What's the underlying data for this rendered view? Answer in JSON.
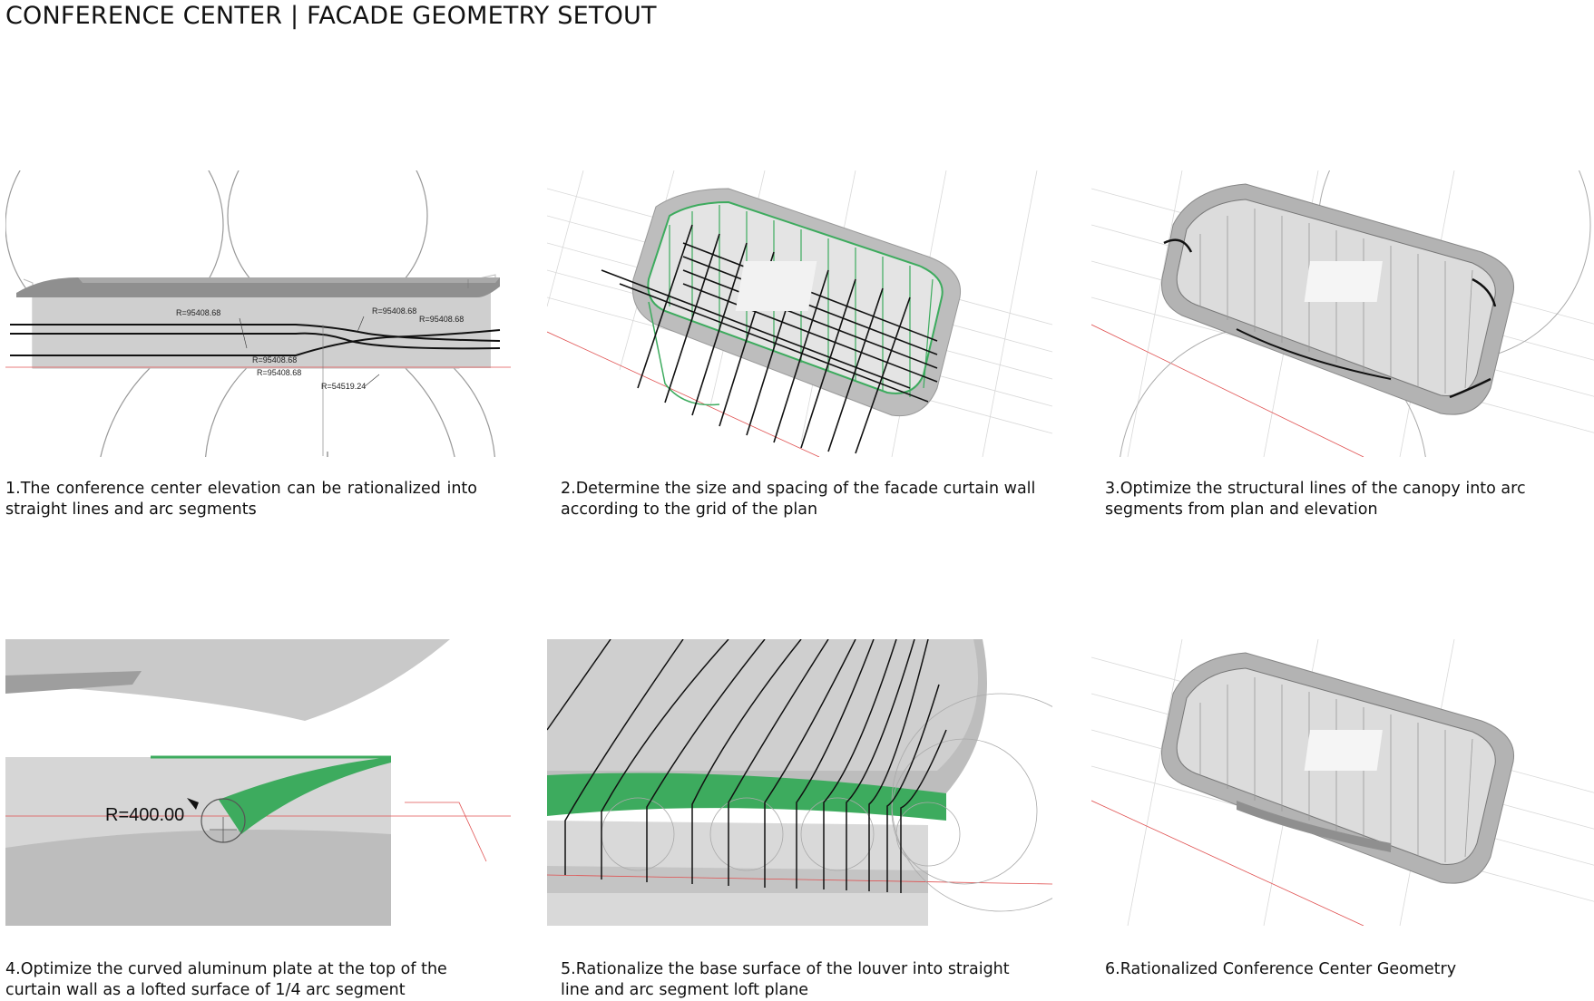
{
  "title": "CONFERENCE CENTER | FACADE GEOMETRY SETOUT",
  "colors": {
    "accent_green": "#3dab5e",
    "line": "#111111",
    "grid": "#cfcfcf",
    "red_ref": "#e05050",
    "gray_fill": "#c8c8c8"
  },
  "panels": [
    {
      "caption": "1.The conference center elevation can be rationalized into straight lines and arc segments",
      "labels": [
        "R=95408.68",
        "R=95408.68",
        "R=95408.68",
        "R=95408.68",
        "R=95408.68",
        "R=54519.24"
      ]
    },
    {
      "caption": "2.Determine the size and spacing of the facade curtain wall according to the grid of the plan"
    },
    {
      "caption": "3.Optimize the structural lines of the canopy into arc segments from plan and elevation"
    },
    {
      "caption": "4.Optimize the curved aluminum plate at the top of the curtain wall as a lofted surface of 1/4 arc segment",
      "labels": [
        "R=400.00"
      ]
    },
    {
      "caption": "5.Rationalize the base surface of the louver into straight line and arc segment loft plane"
    },
    {
      "caption": "6.Rationalized Conference Center Geometry"
    }
  ]
}
